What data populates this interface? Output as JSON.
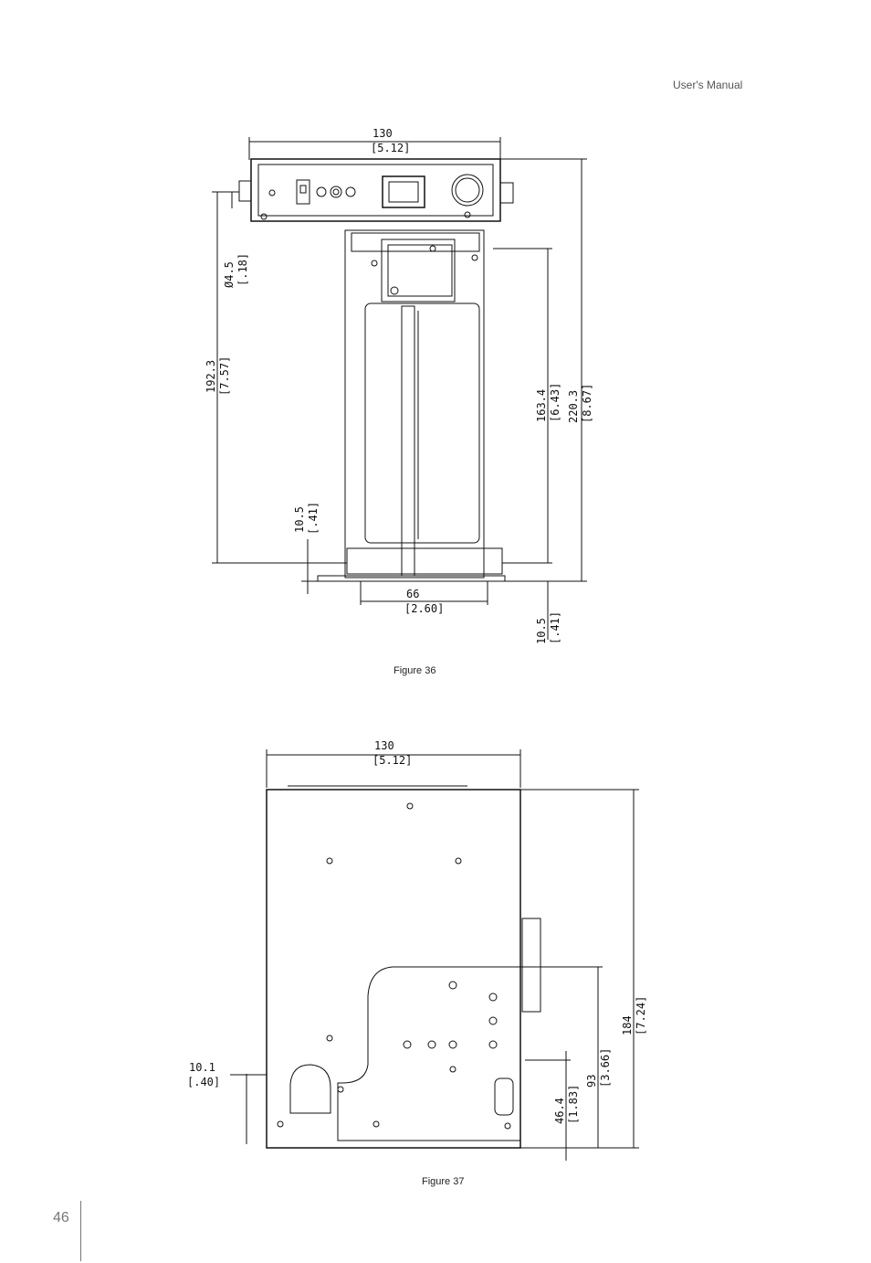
{
  "header": {
    "title": "User's Manual"
  },
  "figure36": {
    "caption": "Figure 36",
    "dims": {
      "width": "130",
      "width_in": "[5.12]",
      "hole": "Ø4.5",
      "hole_in": "[.18]",
      "h1": "192.3",
      "h1_in": "[7.57]",
      "off1": "10.5",
      "off1_in": "[.41]",
      "h2": "163.4",
      "h2_in": "[6.43]",
      "h3": "220.3",
      "h3_in": "[8.67]",
      "base": "66",
      "base_in": "[2.60]",
      "off2": "10.5",
      "off2_in": "[.41]"
    }
  },
  "figure37": {
    "caption": "Figure 37",
    "dims": {
      "width": "130",
      "width_in": "[5.12]",
      "left": "10.1",
      "left_in": "[.40]",
      "d1": "46.4",
      "d1_in": "[1.83]",
      "d2": "93",
      "d2_in": "[3.66]",
      "d3": "184",
      "d3_in": "[7.24]"
    }
  },
  "page": {
    "number": "46"
  }
}
